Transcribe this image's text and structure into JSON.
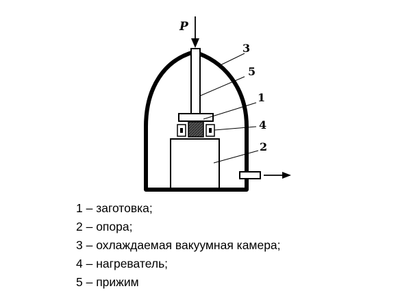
{
  "diagram": {
    "force_label": "P",
    "callouts": [
      "3",
      "5",
      "1",
      "4",
      "2"
    ]
  },
  "legend": {
    "items": [
      {
        "text": "1 – заготовка;"
      },
      {
        "text": "2 – опора;"
      },
      {
        "text": "3 – охлаждаемая вакуумная камера;"
      },
      {
        "text": "4 – нагреватель;"
      },
      {
        "text": "5 – прижим"
      }
    ]
  }
}
